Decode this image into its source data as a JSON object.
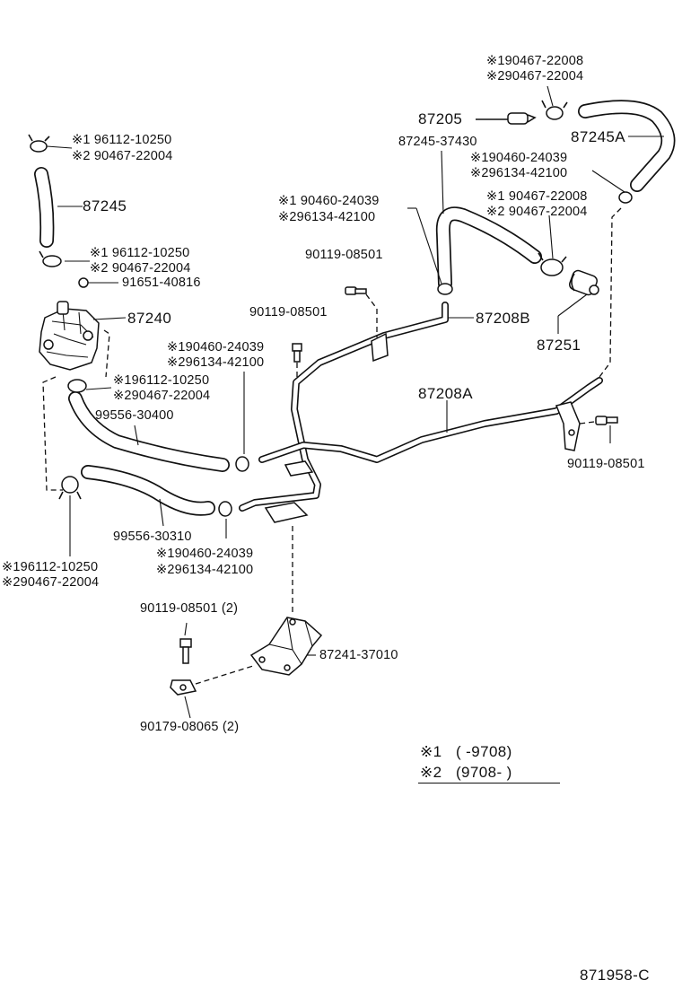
{
  "diagram": {
    "drawing_number": "871958-C",
    "labels": {
      "top_clip_1": "※190467-22008",
      "top_clip_2": "※290467-22004",
      "p87205": "87205",
      "p87245_37430": "87245-37430",
      "p87245A": "87245A",
      "right_clamp_1": "※190460-24039",
      "right_clamp_2": "※296134-42100",
      "left_top_clip_1": "※1 96112-10250",
      "left_top_clip_2": "※2 90467-22004",
      "p87245": "87245",
      "mid_clamp_1": "※1 90460-24039",
      "mid_clamp_2": "※296134-42100",
      "right_clip2_1": "※1 90467-22008",
      "right_clip2_2": "※2 90467-22004",
      "left_mid_clip_1": "※1 96112-10250",
      "left_mid_clip_2": "※2 90467-22004",
      "bolt_upper": "90119-08501",
      "p91651": "91651-40816",
      "p87240": "87240",
      "bolt_mid": "90119-08501",
      "p87208B": "87208B",
      "p87251": "87251",
      "clamp_center_1": "※190460-24039",
      "clamp_center_2": "※296134-42100",
      "hose_clip_1": "※196112-10250",
      "hose_clip_2": "※290467-22004",
      "p87208A": "87208A",
      "p99556_30400": "99556-30400",
      "bolt_right": "90119-08501",
      "p99556_30310": "99556-30310",
      "lower_clamp_1": "※190460-24039",
      "lower_clamp_2": "※296134-42100",
      "bottom_left_clip_1": "※196112-10250",
      "bottom_left_clip_2": "※290467-22004",
      "bolt_lower": "90119-08501 (2)",
      "p87241": "87241-37010",
      "p90179": "90179-08065 (2)"
    },
    "legend": {
      "row1_mark": "※1",
      "row1_range": "(        -9708)",
      "row2_mark": "※2",
      "row2_range": "(9708-        )"
    }
  }
}
